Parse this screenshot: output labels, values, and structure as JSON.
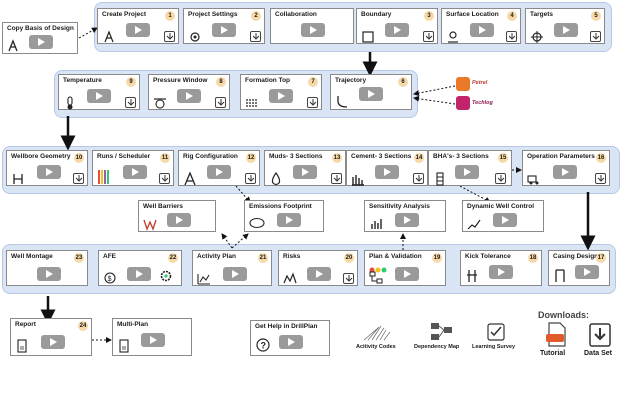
{
  "cards": {
    "copy_basis": {
      "title": "Copy Basis of Design"
    },
    "create_project": {
      "title": "Create Project",
      "num": "1"
    },
    "project_settings": {
      "title": "Project Settings",
      "num": "2"
    },
    "collaboration": {
      "title": "Collaboration"
    },
    "boundary": {
      "title": "Boundary",
      "num": "3"
    },
    "surface_location": {
      "title": "Surface Location",
      "num": "4"
    },
    "targets": {
      "title": "Targets",
      "num": "5"
    },
    "temperature": {
      "title": "Temperature",
      "num": "9"
    },
    "pressure_window": {
      "title": "Pressure Window",
      "num": "8"
    },
    "formation_top": {
      "title": "Formation Top",
      "num": "7"
    },
    "trajectory": {
      "title": "Trajectory",
      "num": "6"
    },
    "wellbore_geometry": {
      "title": "Wellbore Geometry",
      "num": "10"
    },
    "runs_scheduler": {
      "title": "Runs / Scheduler",
      "num": "11"
    },
    "rig_configuration": {
      "title": "Rig Configuration",
      "num": "12"
    },
    "muds": {
      "title": "Muds- 3 Sections",
      "num": "13"
    },
    "cement": {
      "title": "Cement- 3 Sections",
      "num": "14"
    },
    "bhas": {
      "title": "BHA's- 3 Sections",
      "num": "15"
    },
    "operation_parameters": {
      "title": "Operation Parameters",
      "num": "16"
    },
    "well_barriers": {
      "title": "Well Barriers"
    },
    "emissions_footprint": {
      "title": "Emissions Footprint"
    },
    "sensitivity_analysis": {
      "title": "Sensitivity Analysis"
    },
    "dynamic_well_control": {
      "title": "Dynamic Well Control"
    },
    "well_montage": {
      "title": "Well Montage",
      "num": "23"
    },
    "afe": {
      "title": "AFE",
      "num": "22"
    },
    "activity_plan": {
      "title": "Activity Plan",
      "num": "21"
    },
    "risks": {
      "title": "Risks",
      "num": "20"
    },
    "plan_validation": {
      "title": "Plan & Validation",
      "num": "19"
    },
    "kick_tolerance": {
      "title": "Kick Tolerance",
      "num": "18"
    },
    "casing_design": {
      "title": "Casing Design",
      "num": "17"
    },
    "report": {
      "title": "Report",
      "num": "24"
    },
    "multi_plan": {
      "title": "Multi-Plan"
    },
    "get_help": {
      "title": "Get Help in DrillPlan"
    }
  },
  "logos": {
    "petrel": "Petrel",
    "techlog": "Techlog"
  },
  "resources": {
    "activity_codes": "Acitivity Codes",
    "dependency_map": "Dependency Map",
    "learning_survey": "Learning Survey"
  },
  "downloads": {
    "heading": "Downloads:",
    "tutorial": "Tutorial",
    "data_set": "Data Set"
  },
  "colors": {
    "band": "#d9e4f5",
    "badge": "#f7d9a8",
    "play": "#9a9a9a",
    "accent_red": "#e05a2b"
  }
}
